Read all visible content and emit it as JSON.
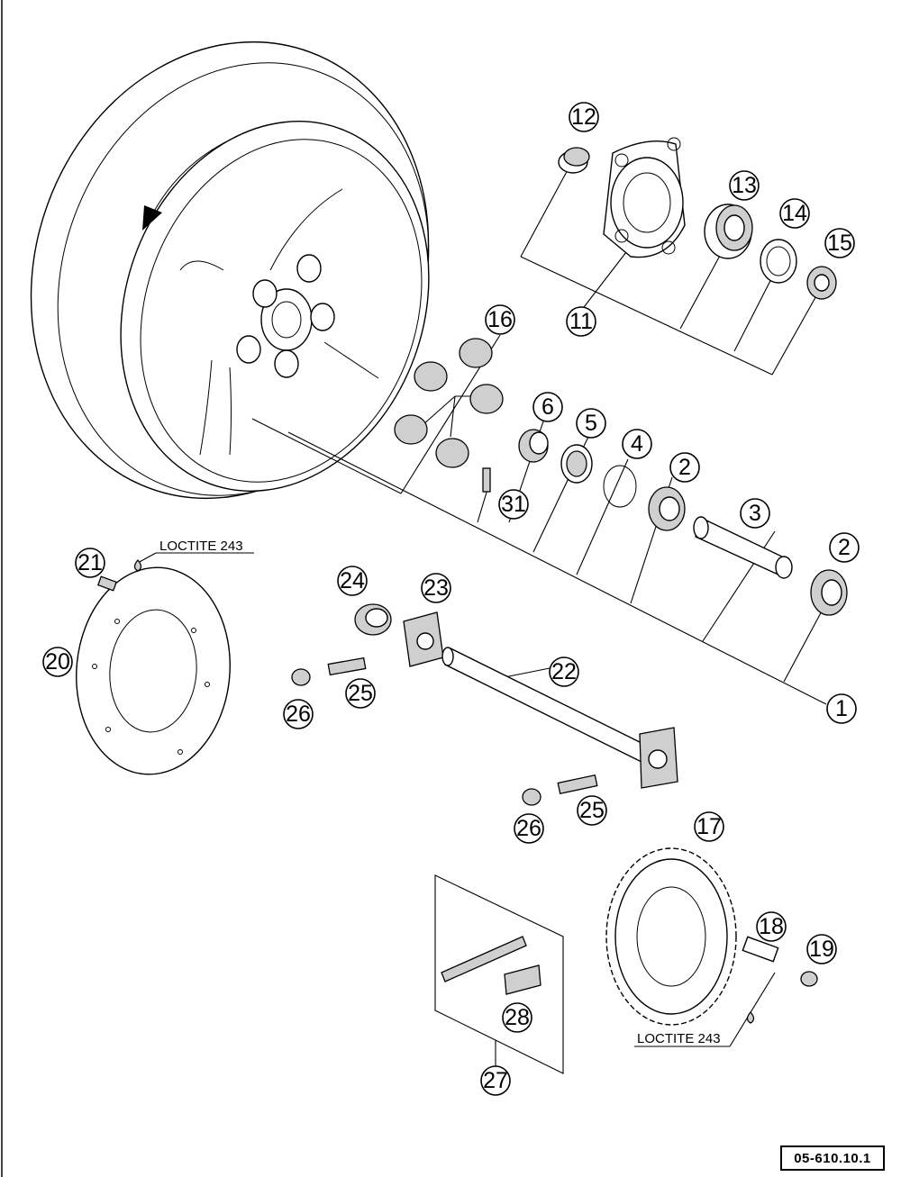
{
  "callouts": {
    "c1": "1",
    "c2a": "2",
    "c2b": "2",
    "c3": "3",
    "c4": "4",
    "c5": "5",
    "c6": "6",
    "c11": "11",
    "c12": "12",
    "c13": "13",
    "c14": "14",
    "c15": "15",
    "c16": "16",
    "c17": "17",
    "c18": "18",
    "c19": "19",
    "c20": "20",
    "c21": "21",
    "c22": "22",
    "c23": "23",
    "c24": "24",
    "c25a": "25",
    "c25b": "25",
    "c26a": "26",
    "c26b": "26",
    "c27": "27",
    "c28": "28",
    "c31": "31"
  },
  "notes": {
    "loctite_disc": "LOCTITE 243",
    "loctite_sprocket": "LOCTITE 243"
  },
  "drawing_code": "05-610.10.1"
}
